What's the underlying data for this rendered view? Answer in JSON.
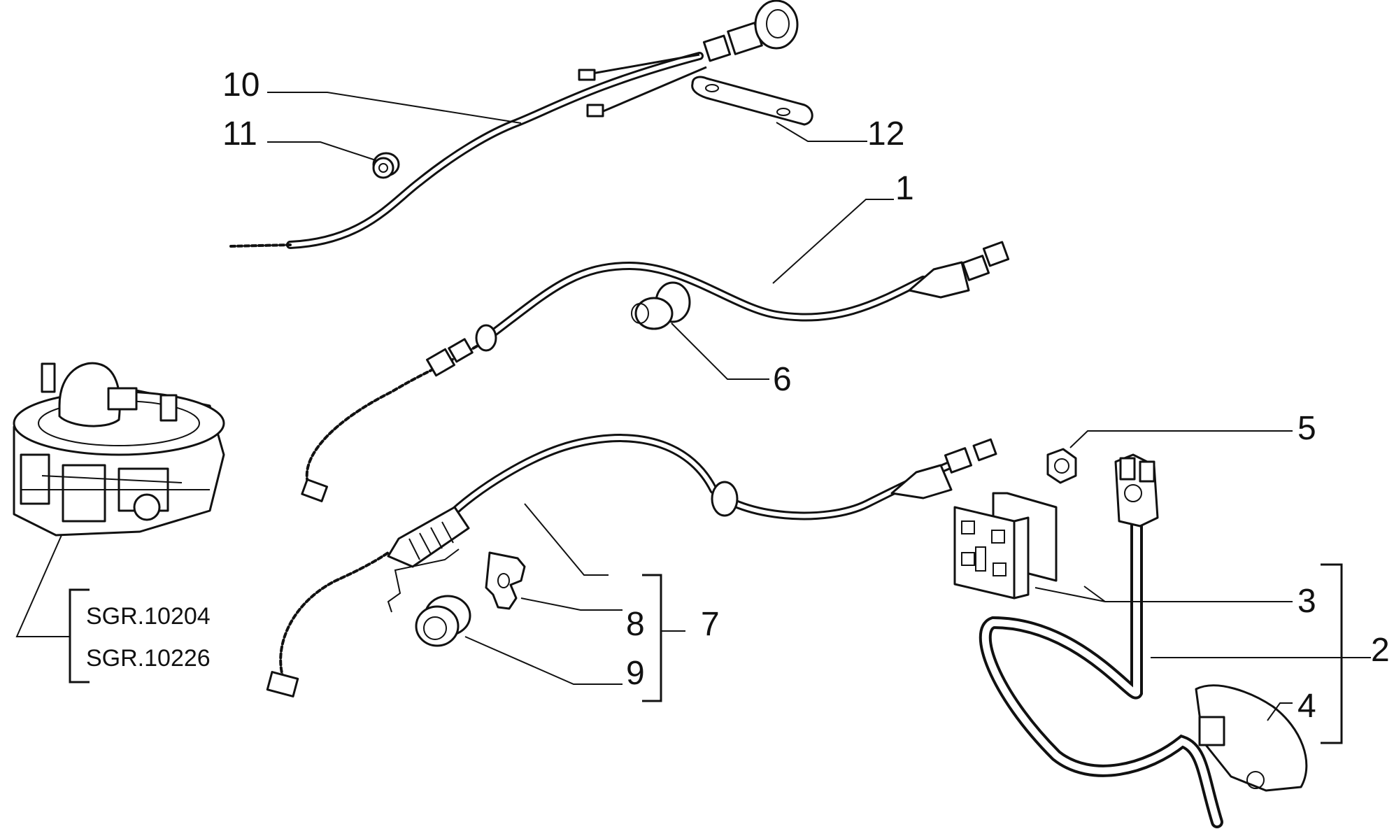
{
  "callouts": {
    "c1": "1",
    "c2": "2",
    "c3": "3",
    "c4": "4",
    "c5": "5",
    "c6": "6",
    "c7": "7",
    "c8": "8",
    "c9": "9",
    "c10": "10",
    "c11": "11",
    "c12": "12"
  },
  "references": {
    "ref1": "SGR.10204",
    "ref2": "SGR.10226"
  }
}
